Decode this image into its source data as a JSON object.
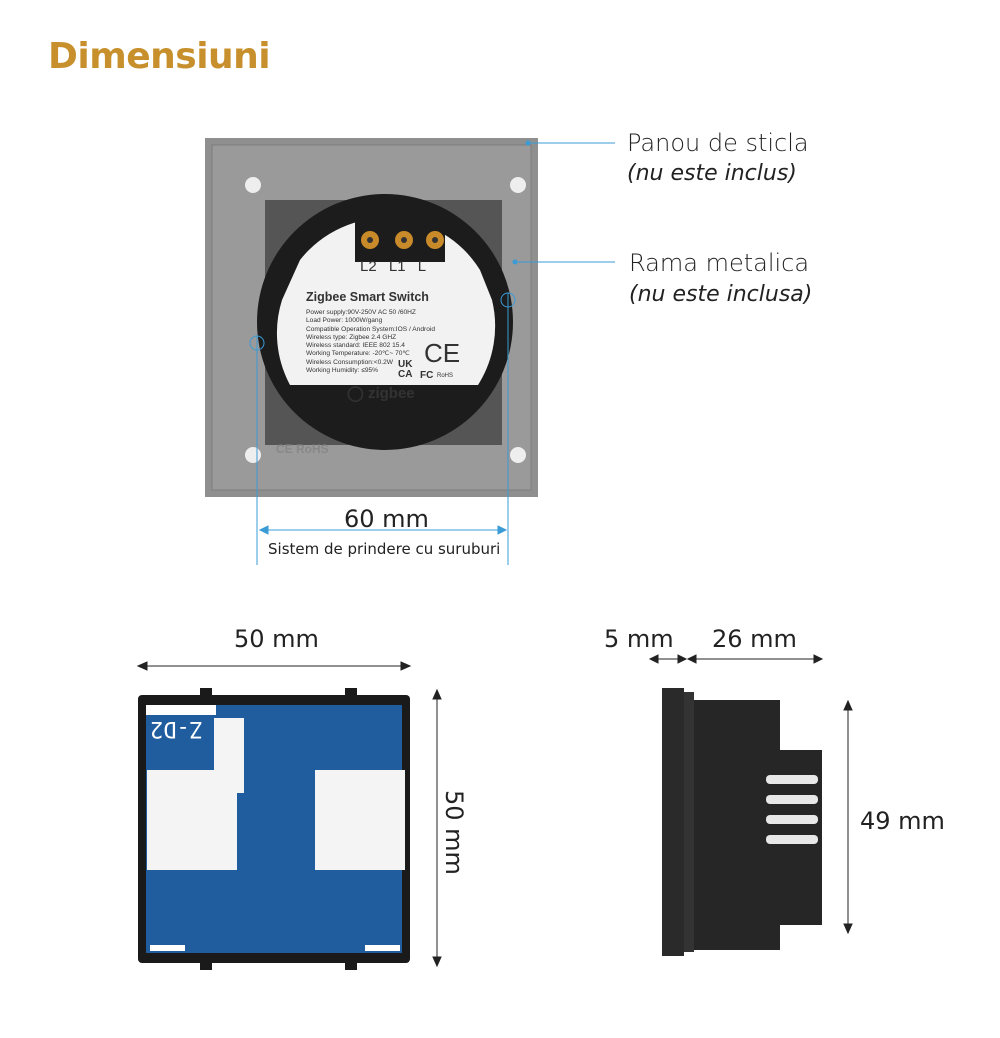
{
  "title": "Dimensiuni",
  "front_view": {
    "glass_panel": {
      "label": "Panou de sticla",
      "note": "(nu este inclus)"
    },
    "metal_frame": {
      "label": "Rama metalica",
      "note": "(nu este inclusa)"
    },
    "mount_dimension": "60 mm",
    "mount_caption": "Sistem de prindere cu suruburi",
    "terminals": [
      "L2",
      "L1",
      "L"
    ],
    "device_label": {
      "name": "Zigbee Smart Switch",
      "specs": [
        "Power supply:90V-250V AC  50 /60HZ",
        "Load Power: 1000W/gang",
        "Compatible Operation System:IOS / Android",
        "Wireless type: Zigbee 2.4 GHZ",
        "Wireless standard: IEEE 802 15.4",
        "Working Temperature: -20℃~ 70℃",
        "Wireless Consumption:<0.2W",
        "Working Humidity: ≤95%"
      ],
      "brand": "zigbee",
      "marks": [
        "CE",
        "UK CA",
        "FC",
        "RoHS"
      ]
    },
    "plate_marks": "CE RoHS"
  },
  "back_view": {
    "width": "50 mm",
    "height": "50 mm",
    "pcb_code": "Z-D2"
  },
  "side_view": {
    "front_depth": "5 mm",
    "body_depth": "26 mm",
    "height": "49 mm"
  },
  "colors": {
    "title": "#c8902c",
    "dimension_line": "#3a9bd5",
    "pcb": "#1f5d9f",
    "plate": "#8f8f8f"
  }
}
